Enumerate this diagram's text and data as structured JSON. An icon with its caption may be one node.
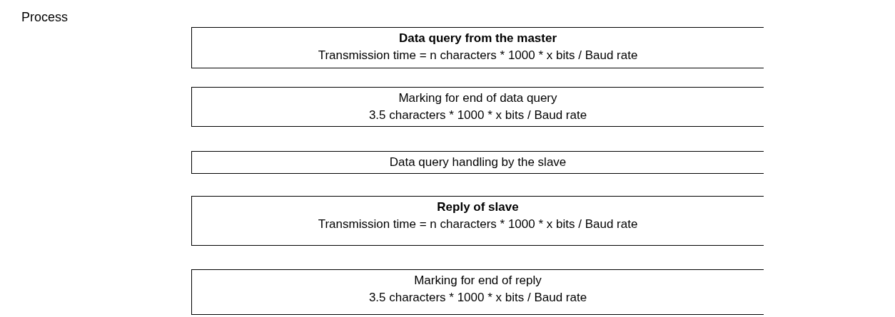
{
  "diagram": {
    "nodes": [
      {
        "text": [
          "Data query from the master",
          "Transmission time = n characters * 1000 * x bits / Baud rate"
        ]
      },
      {
        "text": [
          "Marking for end of data query",
          "3.5 characters * 1000 * x bits / Baud rate"
        ]
      },
      {
        "text": [
          "Data query handling by the slave"
        ]
      },
      {
        "text": [
          "Reply of slave",
          "Transmission time = n characters * 1000 * x bits / Baud rate"
        ]
      },
      {
        "text": [
          "Marking for end of reply",
          "3.5 characters * 1000 * x bits / Baud rate"
        ]
      }
    ],
    "labels": [
      "Process"
    ]
  }
}
